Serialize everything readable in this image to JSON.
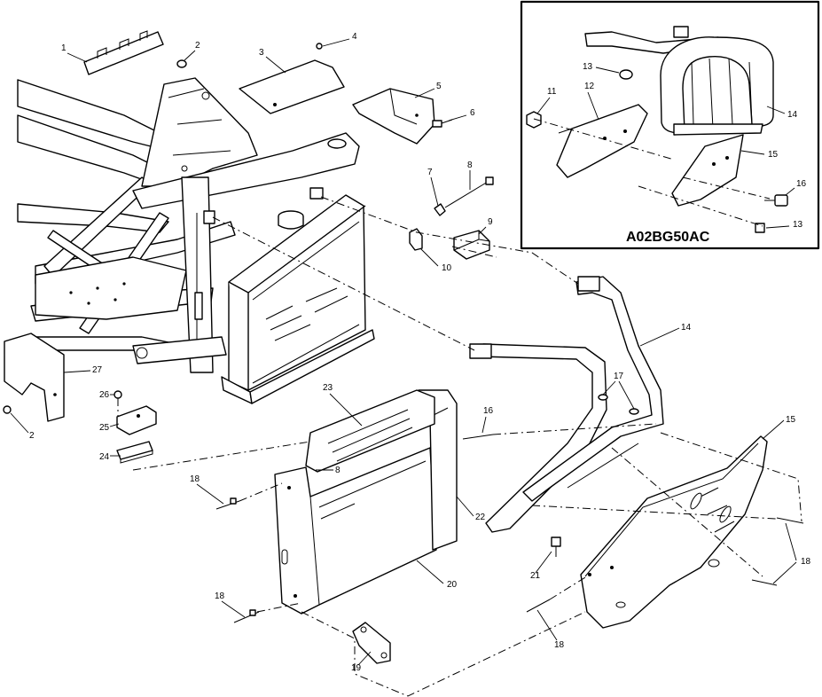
{
  "inset": {
    "code": "A02BG50AC",
    "callouts": [
      "11",
      "12",
      "13",
      "14",
      "15",
      "16",
      "13"
    ]
  },
  "callouts": {
    "c1": "1",
    "c2a": "2",
    "c3": "3",
    "c4": "4",
    "c5": "5",
    "c6": "6",
    "c7": "7",
    "c8a": "8",
    "c9": "9",
    "c10": "10",
    "c14": "14",
    "c15": "15",
    "c16": "16",
    "c17": "17",
    "c18a": "18",
    "c18b": "18",
    "c18c": "18",
    "c18d": "18",
    "c19": "19",
    "c20": "20",
    "c21": "21",
    "c22": "22",
    "c23": "23",
    "c24": "24",
    "c25": "25",
    "c26": "26",
    "c27": "27",
    "c2b": "2",
    "c8b": "8"
  }
}
